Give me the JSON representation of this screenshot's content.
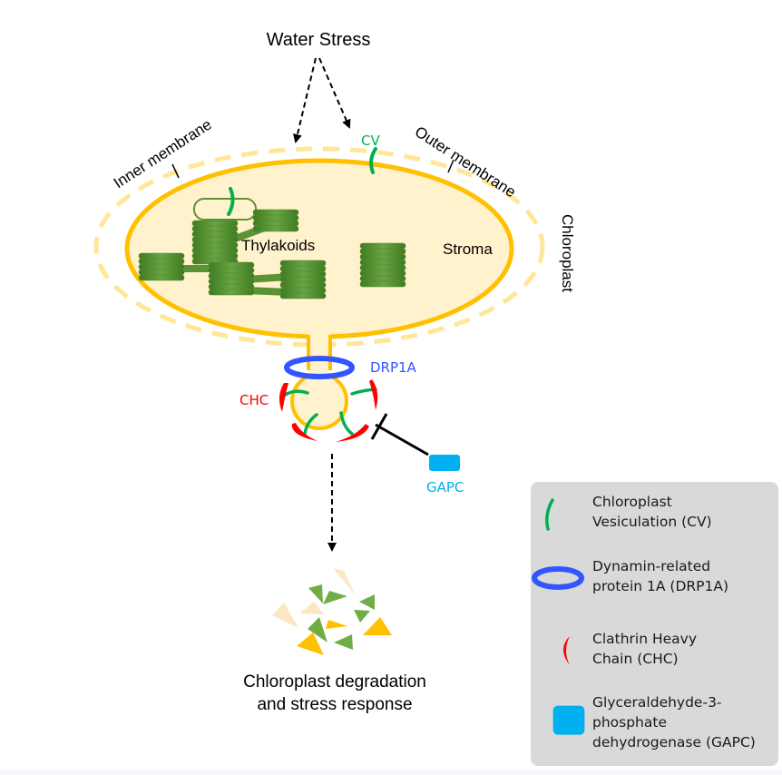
{
  "title": "Water Stress",
  "labels": {
    "inner_membrane": "Inner membrane",
    "outer_membrane": "Outer membrane",
    "cv": "CV",
    "thylakoids": "Thylakoids",
    "stroma": "Stroma",
    "chloroplast": "Chloroplast",
    "drp1a": "DRP1A",
    "chc": "CHC",
    "gapc": "GAPC",
    "outcome_line1": "Chloroplast degradation",
    "outcome_line2": "and stress response"
  },
  "colors": {
    "membrane": "#ffc000",
    "outer_membrane_dashed": "#ffe699",
    "stroma_fill": "#fff2cc",
    "thylakoid": "#5a9234",
    "cv": "#00b050",
    "drp1a": "#3355ff",
    "chc": "#ff0000",
    "gapc": "#00b0f0",
    "legend_bg": "#d9d9d9"
  },
  "legend": [
    {
      "icon": "cv-arc-icon",
      "text": "Chloroplast\nVesiculation (CV)"
    },
    {
      "icon": "drp1a-ring-icon",
      "text": "Dynamin-related\nprotein 1A (DRP1A)"
    },
    {
      "icon": "chc-crescent-icon",
      "text": "Clathrin Heavy\nChain (CHC)"
    },
    {
      "icon": "gapc-square-icon",
      "text": "Glyceraldehyde-3-\nphosphate\ndehydrogenase (GAPC)"
    }
  ]
}
